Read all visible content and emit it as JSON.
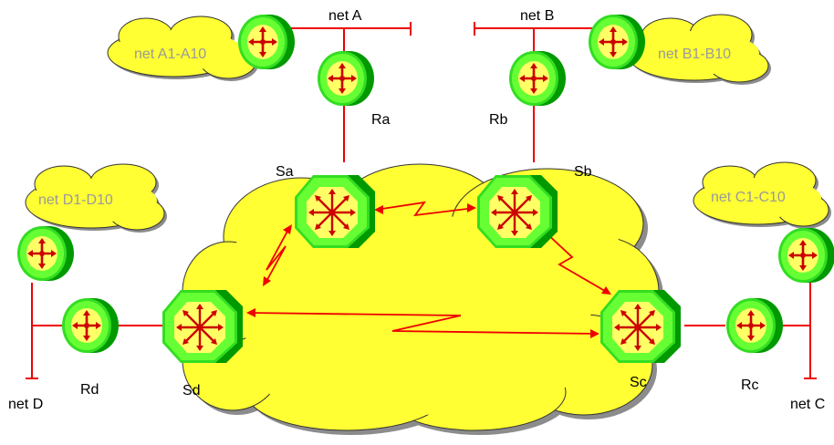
{
  "colors": {
    "cloud": "#ffff33",
    "cloud_shadow": "#8c8c8c",
    "device_light": "#66ff33",
    "device_dark": "#009900",
    "device_face": "#ffff66",
    "link": "#ee0000",
    "arrow": "#cc0000",
    "cloud_text": "#9a9a9a"
  },
  "labels": {
    "net_a": "net A",
    "net_b": "net B",
    "net_c": "net C",
    "net_d": "net D",
    "net_a_cloud": "net A1-A10",
    "net_b_cloud": "net B1-B10",
    "net_c_cloud": "net C1-C10",
    "net_d_cloud": "net D1-D10",
    "ra": "Ra",
    "rb": "Rb",
    "rc": "Rc",
    "rd": "Rd",
    "sa": "Sa",
    "sb": "Sb",
    "sc": "Sc",
    "sd": "Sd"
  },
  "icons": {
    "router": "router-icon",
    "switch": "switch-icon",
    "network_cloud": "cloud-icon"
  }
}
